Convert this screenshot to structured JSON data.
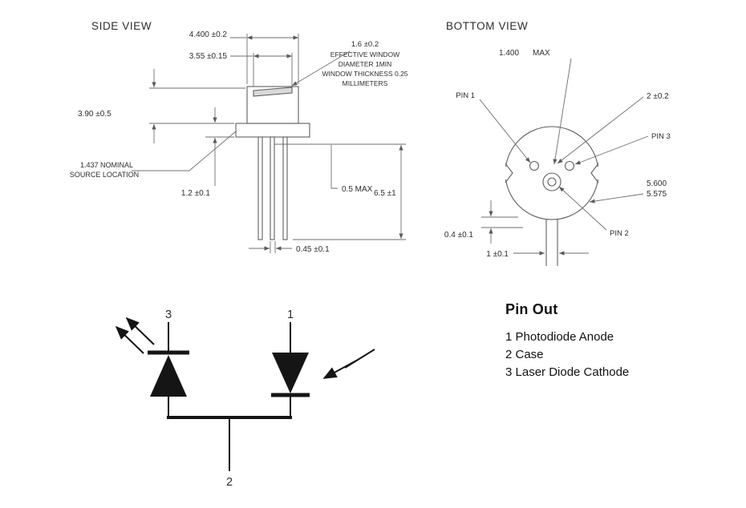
{
  "side_view": {
    "title": "SIDE VIEW",
    "dims": {
      "cap_width": "4.400 ±0.2",
      "window_width": "3.55 ±0.15",
      "cap_height": "3.90 ±0.5",
      "flange_thickness": "1.2 ±0.1",
      "standoff": "0.5 MAX",
      "lead_length": "6.5 ±1",
      "lead_diameter": "0.45 ±0.1"
    },
    "window_note": [
      "1.6 ±0.2",
      "EFFECTIVE WINDOW",
      "DIAMETER 1MIN",
      "WINDOW THICKNESS 0.25",
      "MILLIMETERS"
    ],
    "source_note": [
      "1.437 NOMINAL",
      "SOURCE LOCATION"
    ]
  },
  "bottom_view": {
    "title": "BOTTOM VIEW",
    "dims": {
      "window_diameter": "1.400",
      "window_diameter_suffix": "MAX",
      "pin_spacing": "2 ±0.2",
      "body_diameter_max": "5.600",
      "body_diameter_min": "5.575",
      "flat_depth": "0.4 ±0.1",
      "tab_width": "1 ±0.1"
    },
    "pin_labels": {
      "pin1": "PIN 1",
      "pin2": "PIN 2",
      "pin3": "PIN 3"
    }
  },
  "schematic": {
    "pin3": "3",
    "pin1": "1",
    "pin2": "2"
  },
  "pinout": {
    "title": "Pin Out",
    "items": [
      "1 Photodiode Anode",
      "2 Case",
      "3 Laser Diode Cathode"
    ]
  },
  "colors": {
    "drawing_line": "#5f5f5f",
    "schematic_line": "#151515",
    "text": "#2d2d2d"
  }
}
